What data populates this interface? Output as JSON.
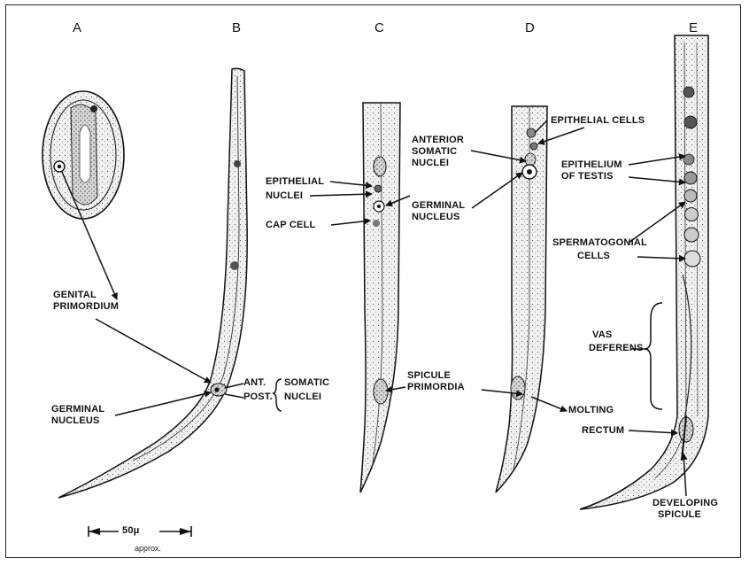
{
  "panels": {
    "a": "A",
    "b": "B",
    "c": "C",
    "d": "D",
    "e": "E"
  },
  "labels": {
    "genital_primordium": [
      "GENITAL",
      "PRIMORDIUM"
    ],
    "germinal_nucleus_b": [
      "GERMINAL",
      "NUCLEUS"
    ],
    "ant": "ANT.",
    "post": "POST.",
    "somatic_nuclei_b": [
      "SOMATIC",
      "NUCLEI"
    ],
    "epithelial_nuclei": [
      "EPITHELIAL",
      "NUCLEI"
    ],
    "cap_cell": "CAP CELL",
    "anterior_somatic_nuclei": [
      "ANTERIOR",
      "SOMATIC",
      "NUCLEI"
    ],
    "germinal_nucleus_c": [
      "GERMINAL",
      "NUCLEUS"
    ],
    "spicule_primordia": [
      "SPICULE",
      "PRIMORDIA"
    ],
    "epithelial_cells": "EPITHELIAL CELLS",
    "epithelium_of_testis": [
      "EPITHELIUM",
      "OF TESTIS"
    ],
    "spermatogonial_cells": [
      "SPERMATOGONIAL",
      "CELLS"
    ],
    "vas_deferens": [
      "VAS",
      "DEFERENS"
    ],
    "molting": "MOLTING",
    "rectum": "RECTUM",
    "developing_spicule": [
      "DEVELOPING",
      "SPICULE"
    ]
  },
  "scale": {
    "value": "50μ",
    "note": "approx."
  }
}
